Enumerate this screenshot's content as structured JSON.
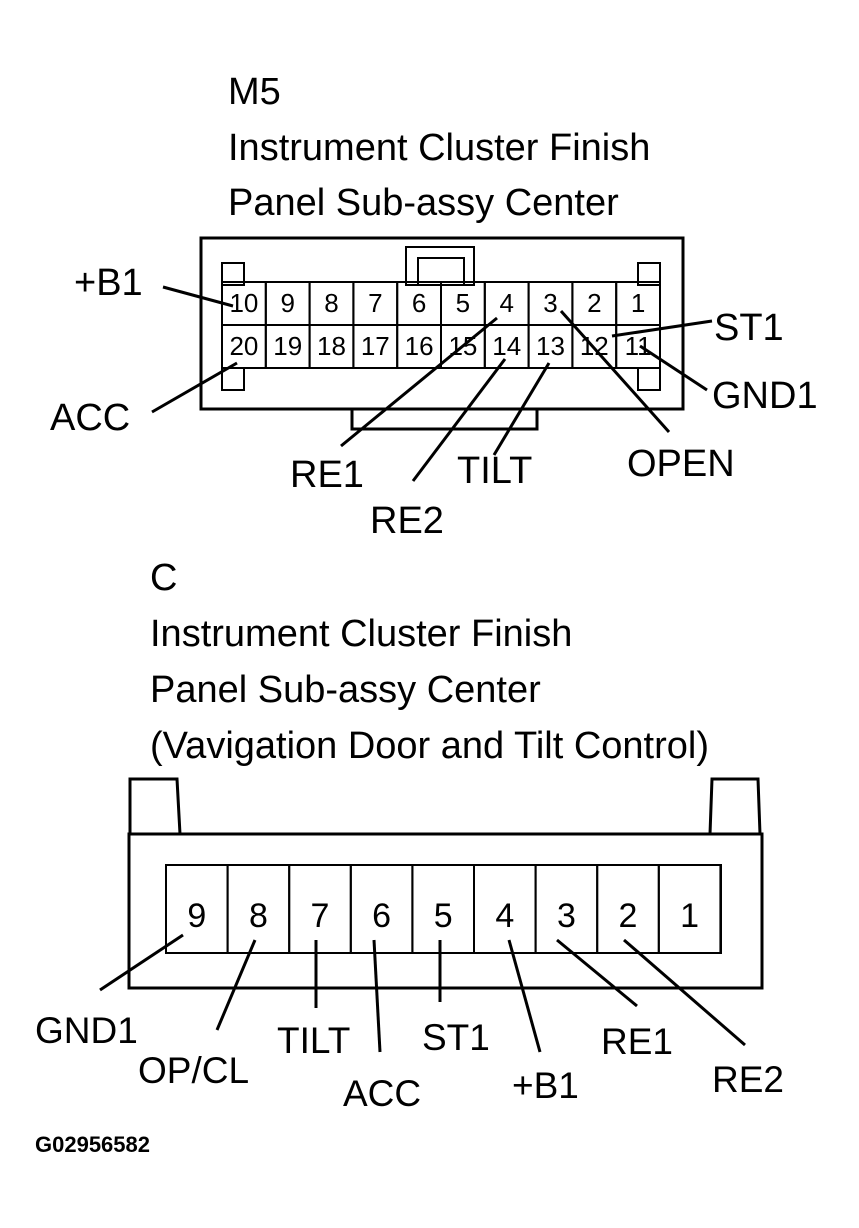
{
  "connector_m5": {
    "code": "M5",
    "title_line1": "Instrument Cluster Finish",
    "title_line2": "Panel Sub-assy Center",
    "pins_row1": [
      "10",
      "9",
      "8",
      "7",
      "6",
      "5",
      "4",
      "3",
      "2",
      "1"
    ],
    "pins_row2": [
      "20",
      "19",
      "18",
      "17",
      "16",
      "15",
      "14",
      "13",
      "12",
      "11"
    ],
    "labels": {
      "b1": "+B1",
      "acc": "ACC",
      "st1": "ST1",
      "gnd1": "GND1",
      "re1": "RE1",
      "re2": "RE2",
      "tilt": "TILT",
      "open": "OPEN"
    }
  },
  "connector_c": {
    "code": "C",
    "title_line1": "Instrument Cluster Finish",
    "title_line2": "Panel Sub-assy Center",
    "title_line3": "(Vavigation Door and Tilt Control)",
    "pins": [
      "9",
      "8",
      "7",
      "6",
      "5",
      "4",
      "3",
      "2",
      "1"
    ],
    "labels": {
      "gnd1": "GND1",
      "opcl": "OP/CL",
      "tilt": "TILT",
      "acc": "ACC",
      "st1": "ST1",
      "b1": "+B1",
      "re1": "RE1",
      "re2": "RE2"
    }
  },
  "figure_code": "G02956582"
}
